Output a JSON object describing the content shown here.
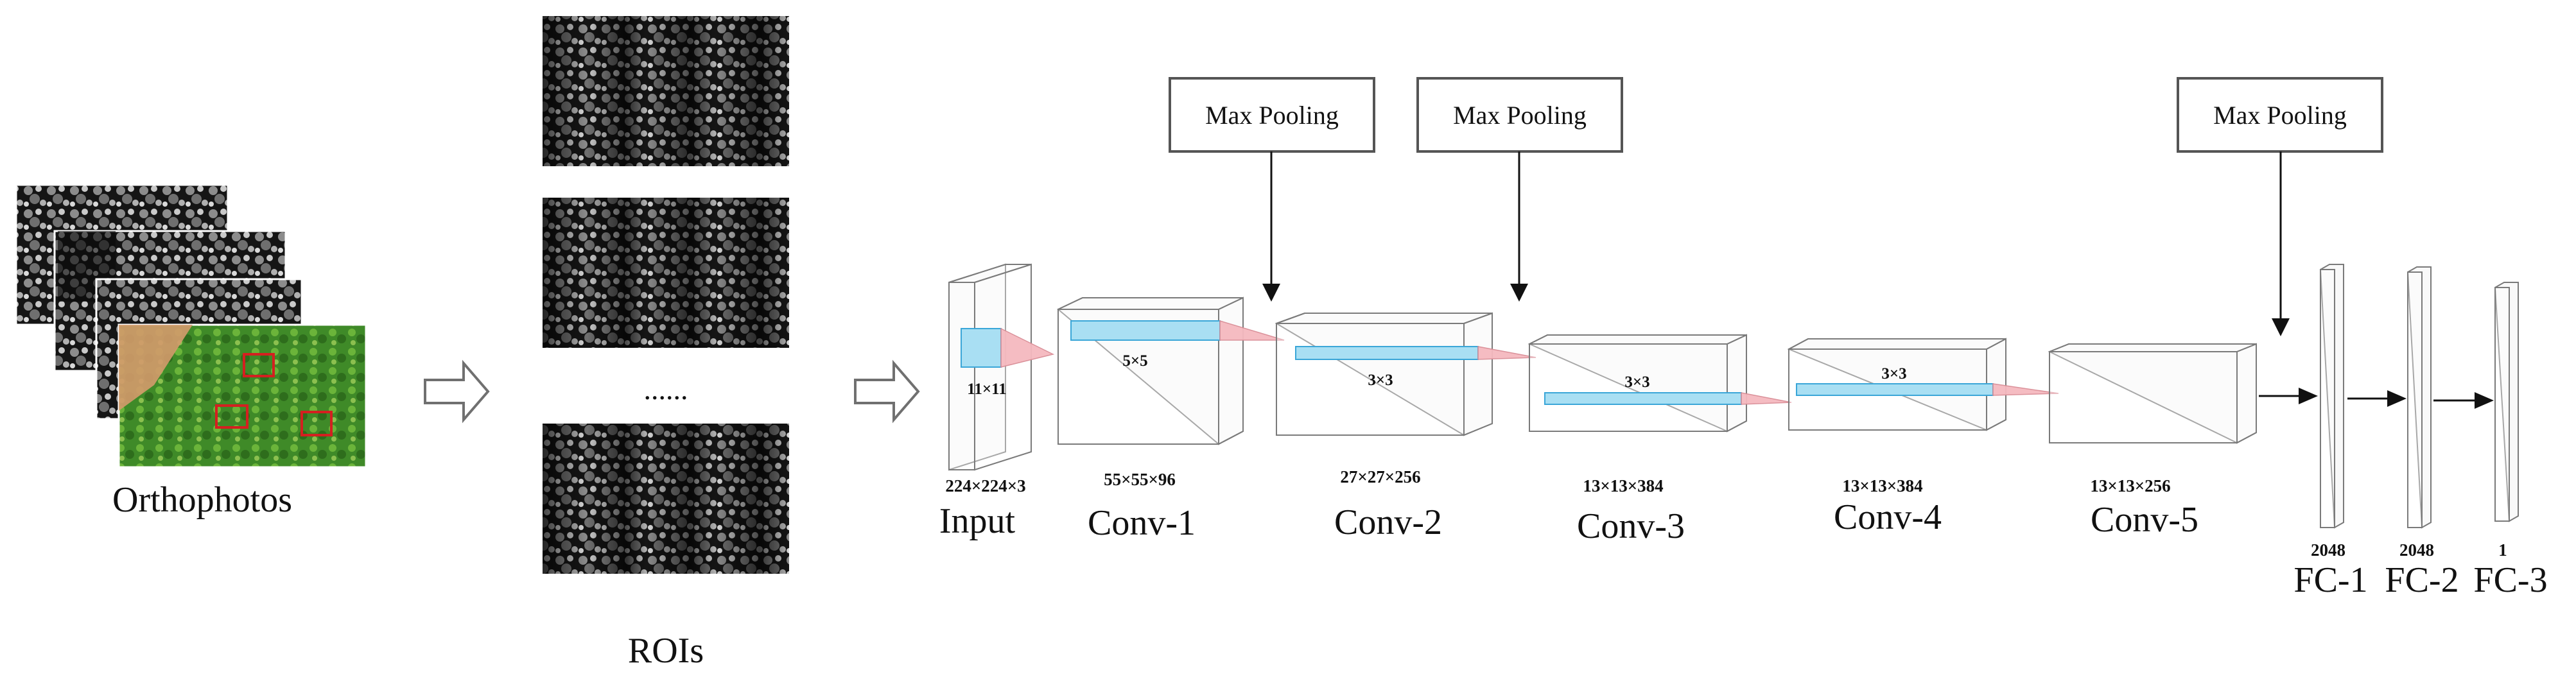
{
  "inputs": {
    "orthophotos_label": "Orthophotos",
    "rois_label": "ROIs",
    "ellipsis": "......"
  },
  "pooling_label": "Max Pooling",
  "layers": [
    {
      "name": "Input",
      "dims": "224×224×3",
      "kernel": "11×11"
    },
    {
      "name": "Conv-1",
      "dims": "55×55×96",
      "kernel": "5×5"
    },
    {
      "name": "Conv-2",
      "dims": "27×27×256",
      "kernel": "3×3"
    },
    {
      "name": "Conv-3",
      "dims": "13×13×384",
      "kernel": "3×3"
    },
    {
      "name": "Conv-4",
      "dims": "13×13×384",
      "kernel": "3×3"
    },
    {
      "name": "Conv-5",
      "dims": "13×13×256",
      "kernel": ""
    },
    {
      "name": "FC-1",
      "dims": "2048",
      "kernel": ""
    },
    {
      "name": "FC-2",
      "dims": "2048",
      "kernel": ""
    },
    {
      "name": "FC-3",
      "dims": "1",
      "kernel": ""
    }
  ],
  "colors": {
    "kernel_fill": "#a9dff3",
    "cone_fill": "#f5b9bf",
    "orthophoto_green": "#4f9a2e",
    "roi_box": "#d42020"
  }
}
